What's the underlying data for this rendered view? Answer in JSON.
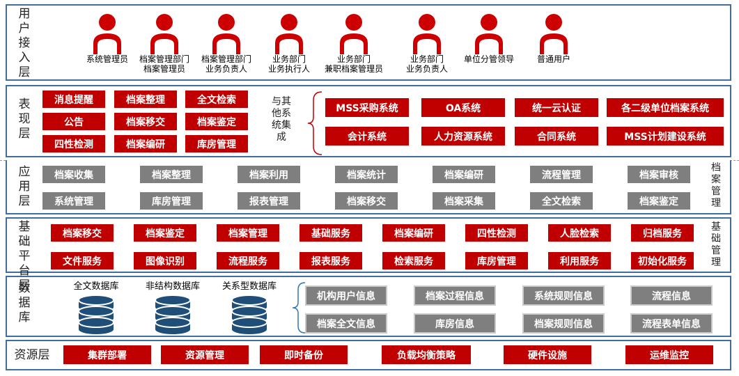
{
  "colors": {
    "frame": "#3f6e9c",
    "red": "#c00000",
    "gray": "#7f7f7f",
    "icon": "#cc0000",
    "db": "#1f4e79"
  },
  "layers": {
    "user": "用户接入层",
    "presentation": "表现层",
    "application": "应用层",
    "platform": "基础平台层",
    "database": "数据库",
    "resource": "资源层"
  },
  "users": [
    "系统管理员",
    "档案管理部门\n档案管理员",
    "档案管理部门\n业务负责人",
    "业务部门\n业务执行人",
    "业务部门\n兼职档案管理员",
    "业务部门\n业务负责人",
    "单位分管领导",
    "普通用户"
  ],
  "presentation": {
    "modules": [
      "消息提醒",
      "档案整理",
      "全文检索",
      "公告",
      "档案移交",
      "档案鉴定",
      "四性检测",
      "档案编研",
      "库房管理"
    ],
    "integration_label": "与其他系统集成",
    "systems": [
      "MSS采购系统",
      "OA系统",
      "统一云认证",
      "各二级单位档案系统",
      "会计系统",
      "人力资源系统",
      "合同系统",
      "MSS计划建设系统"
    ]
  },
  "application": {
    "items": [
      "档案收集",
      "档案整理",
      "档案利用",
      "档案统计",
      "档案编研",
      "流程管理",
      "档案审核",
      "系统管理",
      "库房管理",
      "报表管理",
      "档案移交",
      "档案采集",
      "全文检索",
      "档案鉴定"
    ],
    "side_label": "档案管理"
  },
  "platform": {
    "items": [
      "档案移交",
      "档案鉴定",
      "档案管理",
      "基础服务",
      "档案编研",
      "四性检测",
      "人脸检索",
      "归档服务",
      "文件服务",
      "图像识别",
      "流程服务",
      "报表服务",
      "检索服务",
      "库房管理",
      "利用服务",
      "初始化服务"
    ],
    "side_label": "基础管理"
  },
  "database": {
    "dbs": [
      "全文数据库",
      "非结构数据库",
      "关系型数据库"
    ],
    "items": [
      "机构用户信息",
      "档案过程信息",
      "系统规则信息",
      "流程信息",
      "档案全文信息",
      "库房信息",
      "档案规则信息",
      "流程表单信息"
    ]
  },
  "resource": {
    "items": [
      "集群部署",
      "资源管理",
      "即时备份",
      "负载均衡策略",
      "硬件设施",
      "运维监控"
    ]
  }
}
